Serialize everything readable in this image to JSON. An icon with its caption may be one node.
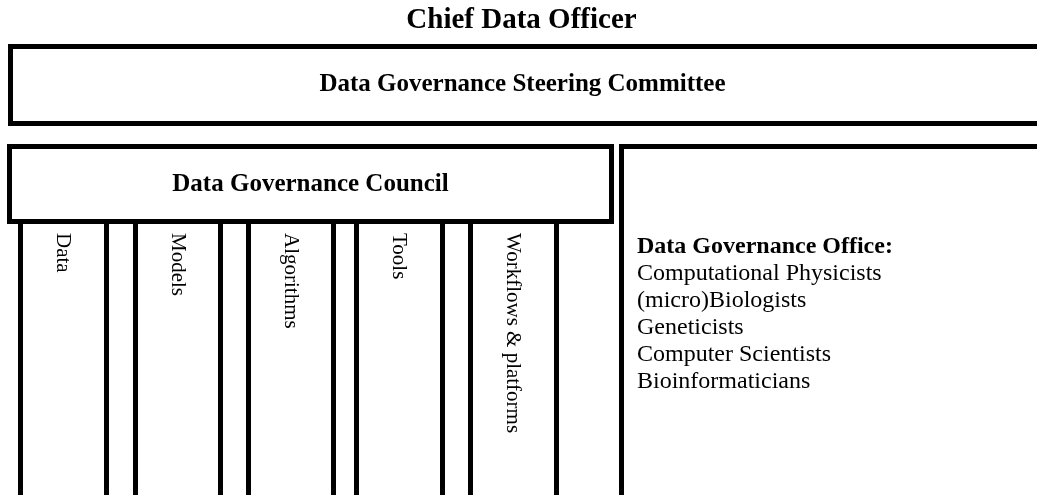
{
  "diagram": {
    "title": "Chief Data Officer",
    "nodes": [
      {
        "text": [
          "Data Governance Steering Committee"
        ]
      },
      {
        "text": [
          "Data Governance Council"
        ]
      },
      {
        "text": [
          "Data"
        ]
      },
      {
        "text": [
          "Models"
        ]
      },
      {
        "text": [
          "Algorithms"
        ]
      },
      {
        "text": [
          "Tools"
        ]
      },
      {
        "text": [
          "Workflows & platforms"
        ]
      },
      {
        "text": [
          "Data Governance Office:",
          "Computational Physicists",
          "(micro)Biologists",
          "Geneticists",
          "Computer Scientists",
          "Bioinformaticians"
        ]
      }
    ]
  }
}
